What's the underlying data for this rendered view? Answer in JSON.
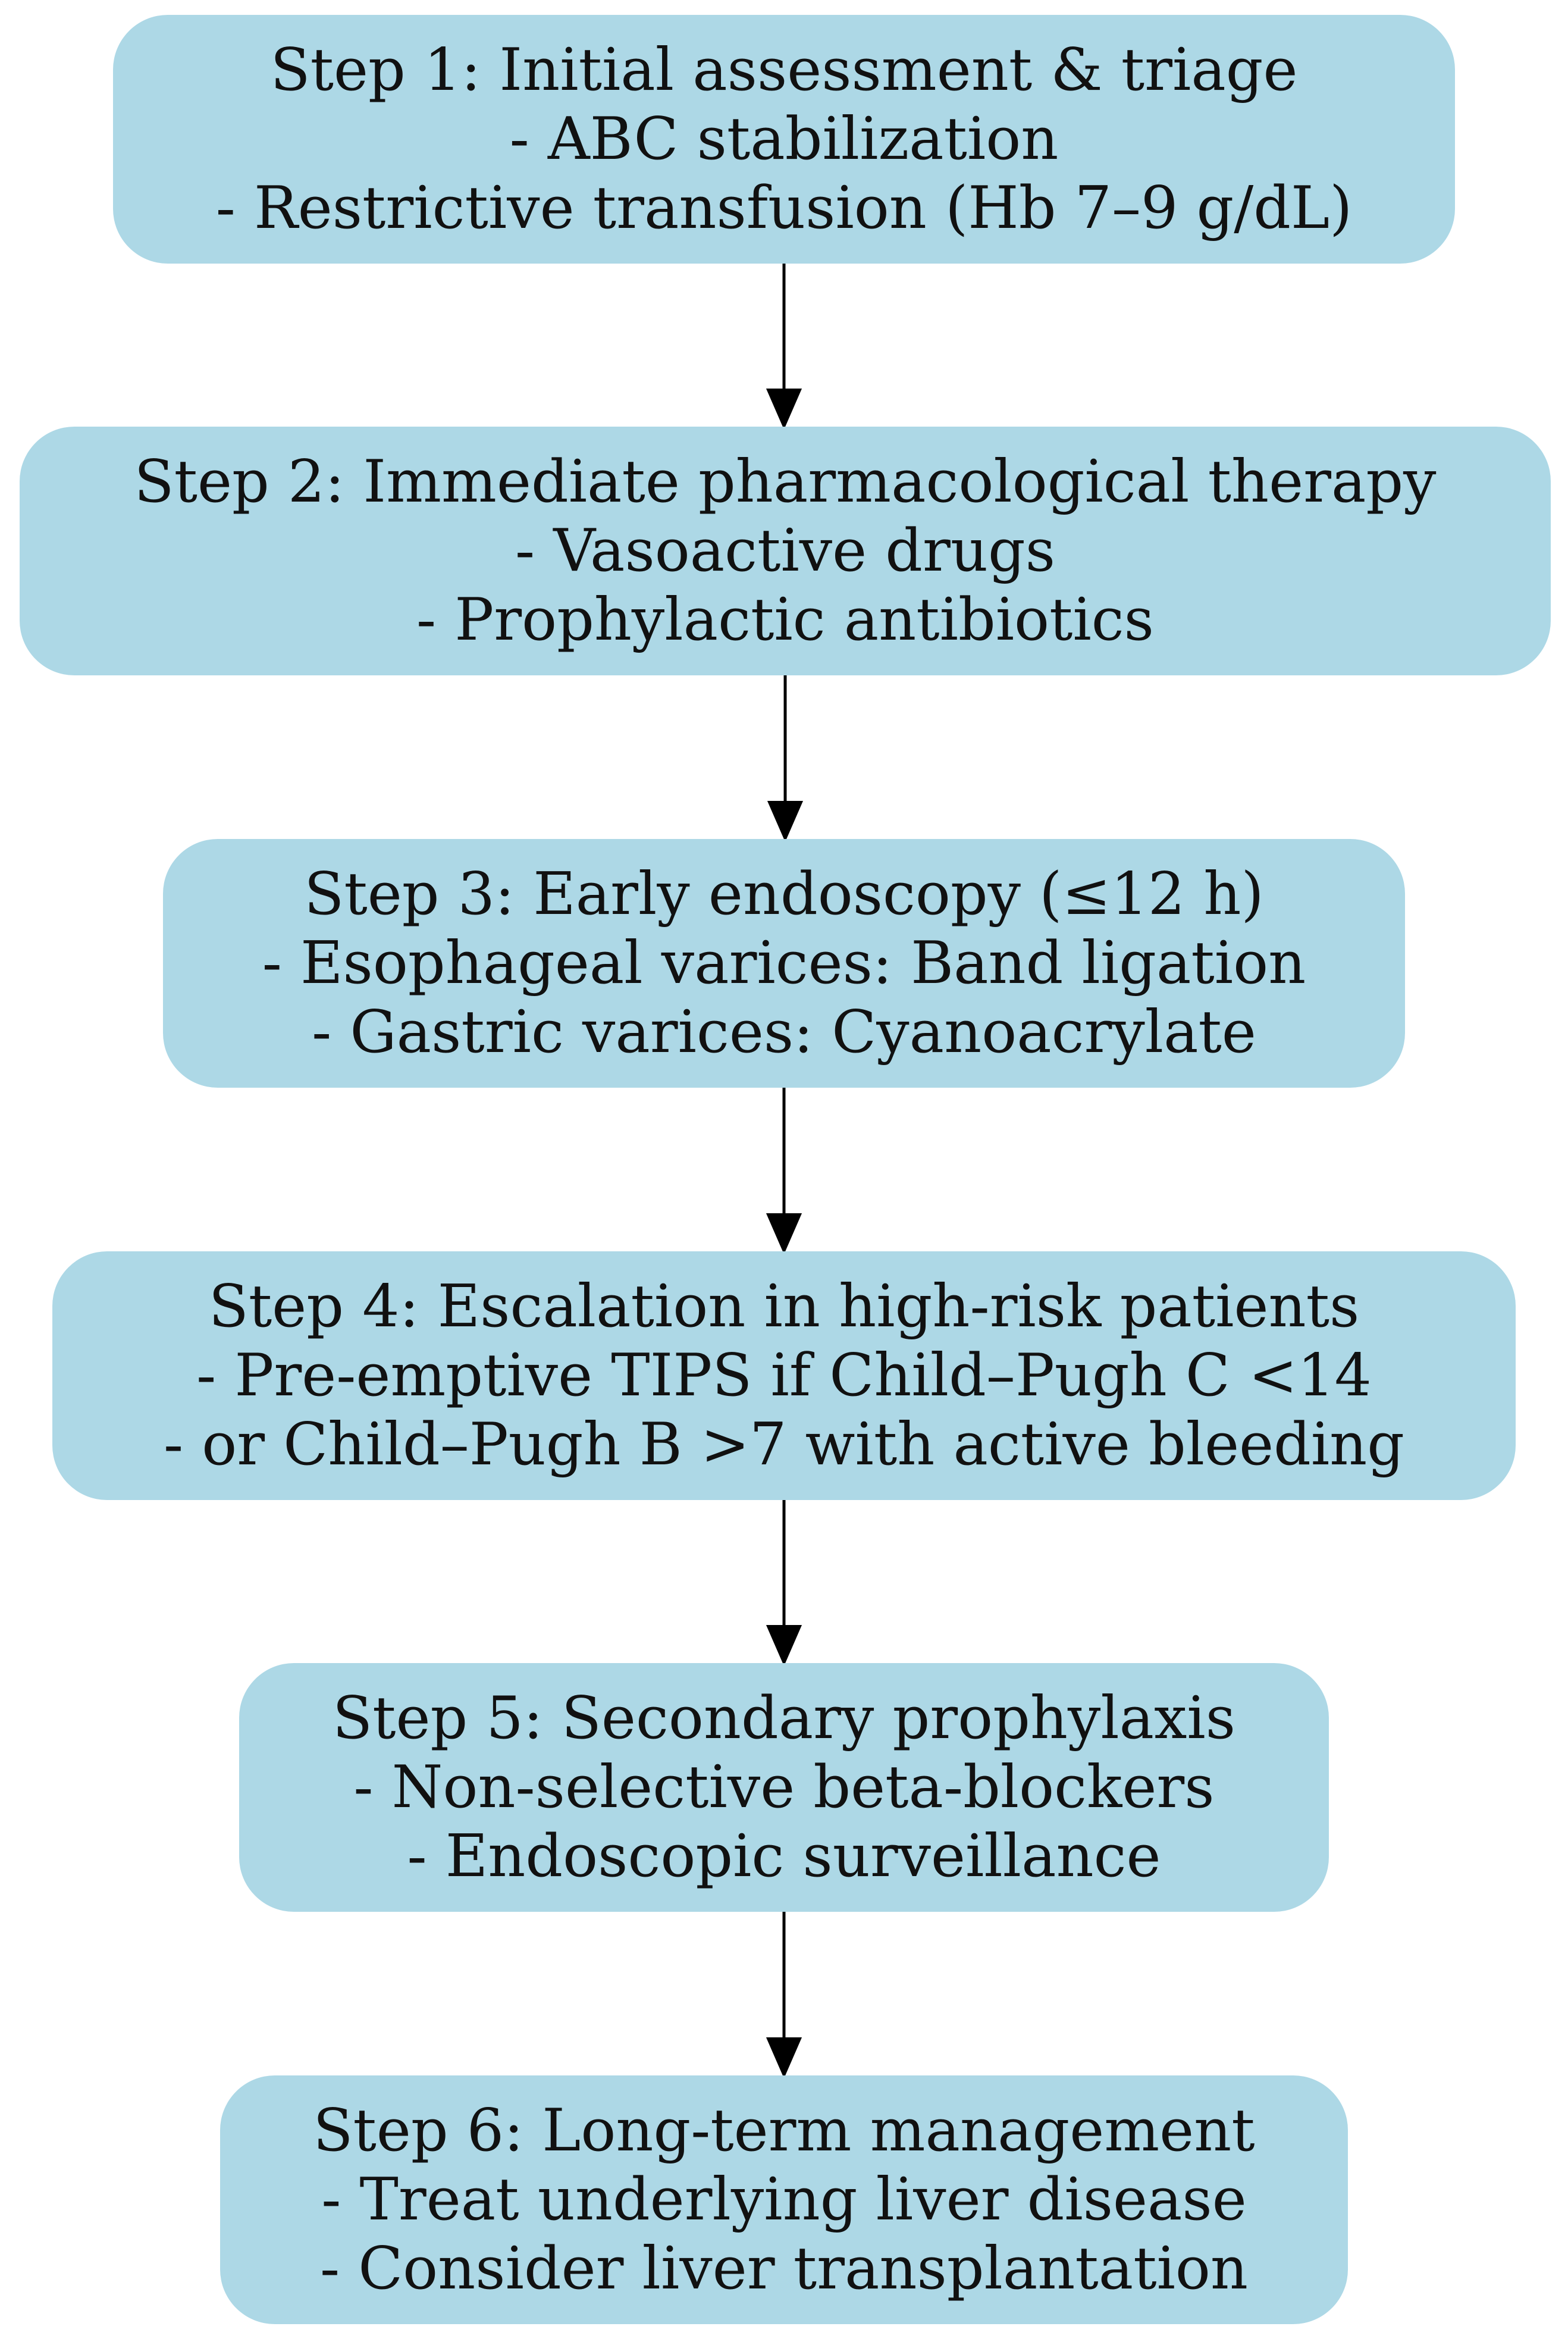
{
  "diagram": {
    "edge_color": "#000000",
    "node_color": "#add8e6",
    "steps": [
      {
        "title": "Step 1: Initial assessment & triage",
        "lines": [
          "- ABC stabilization",
          "- Restrictive transfusion (Hb 7–9 g/dL)"
        ]
      },
      {
        "title": "Step 2: Immediate pharmacological therapy",
        "lines": [
          "- Vasoactive drugs",
          "- Prophylactic antibiotics"
        ]
      },
      {
        "title": "Step 3: Early endoscopy (≤12 h)",
        "lines": [
          "- Esophageal varices: Band ligation",
          "- Gastric varices: Cyanoacrylate"
        ]
      },
      {
        "title": "Step 4: Escalation in high-risk patients",
        "lines": [
          "- Pre-emptive TIPS if Child–Pugh C <14",
          "- or Child–Pugh B >7 with active bleeding"
        ]
      },
      {
        "title": "Step 5: Secondary prophylaxis",
        "lines": [
          "- Non-selective beta-blockers",
          "- Endoscopic surveillance"
        ]
      },
      {
        "title": "Step 6: Long-term management",
        "lines": [
          "- Treat underlying liver disease",
          "- Consider liver transplantation"
        ]
      }
    ],
    "edges": [
      {
        "from": 1,
        "to": 2
      },
      {
        "from": 2,
        "to": 3
      },
      {
        "from": 3,
        "to": 4
      },
      {
        "from": 4,
        "to": 5
      },
      {
        "from": 5,
        "to": 6
      }
    ]
  }
}
